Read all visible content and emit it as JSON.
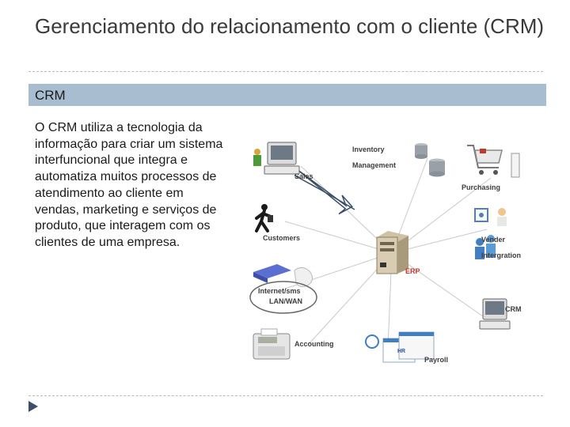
{
  "slide": {
    "title": "Gerenciamento do relacionamento com o cliente (CRM)",
    "section_label": "CRM",
    "body": "O CRM utiliza a tecnologia da informação para criar um sistema interfuncional que integra e automatiza muitos processos de atendimento ao cliente em vendas, marketing e serviços de produto, que interagem com os clientes de uma empresa."
  },
  "diagram": {
    "labels": {
      "inventory": "Inventory",
      "management": "Management",
      "sales": "Sales",
      "purchasing": "Purchasing",
      "customers": "Customers",
      "vender": "Vender",
      "intergration": "Intergration",
      "erp": "ERP",
      "internet": "Internet/sms",
      "lanwan": "LAN/WAN",
      "crm": "CRM",
      "accounting": "Accounting",
      "hr": "HR",
      "payroll": "Payroll"
    }
  },
  "colors": {
    "section_bar": "#a8bdd0",
    "arrow": "#3c4f66"
  },
  "icons": [
    "computer-icon",
    "database-icon",
    "shopping-cart-icon",
    "walking-man-icon",
    "team-icon",
    "server-icon",
    "modem-icon",
    "calculator-icon",
    "document-icon",
    "nav-arrow-icon"
  ]
}
